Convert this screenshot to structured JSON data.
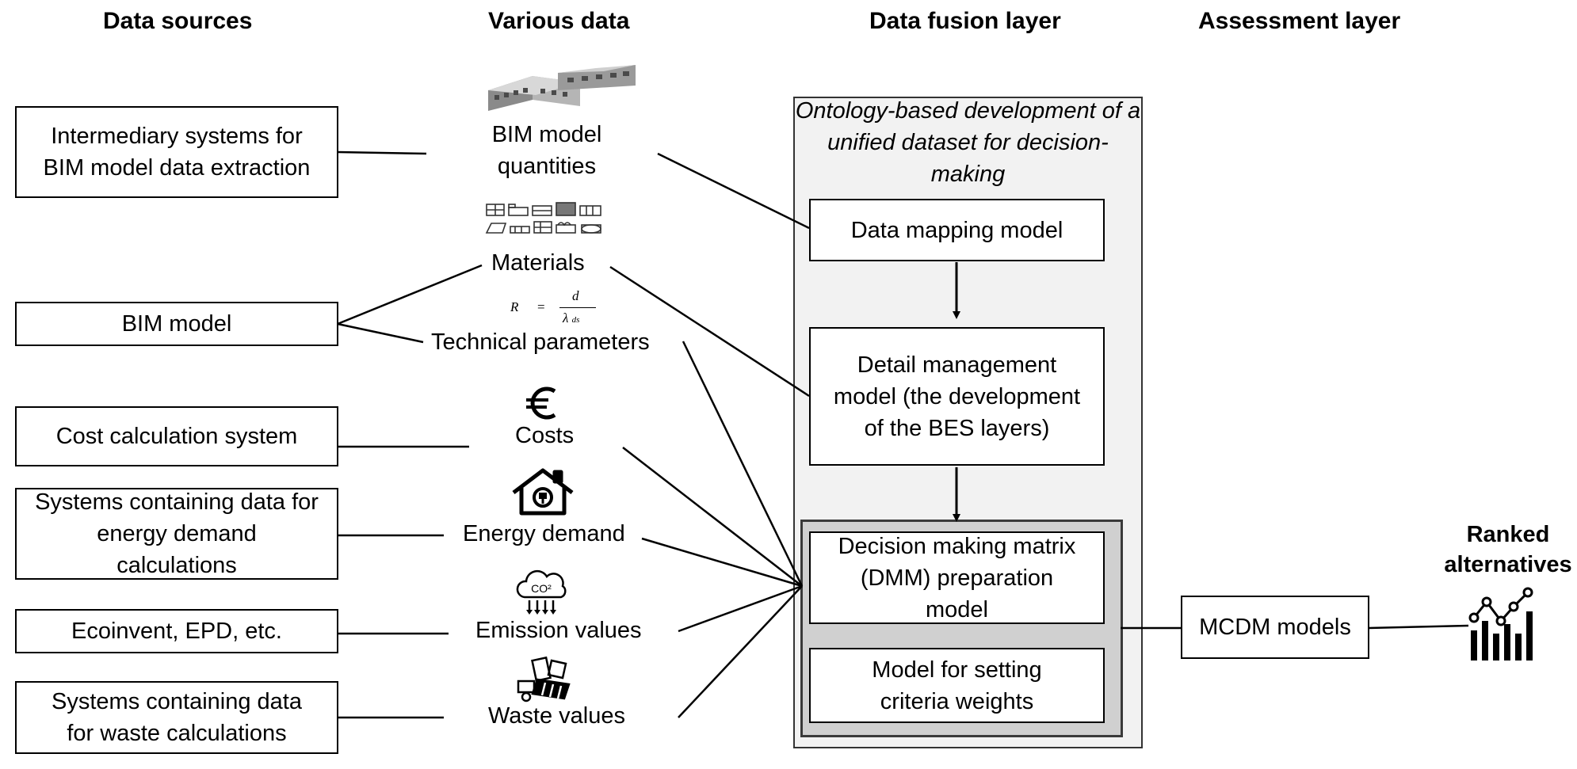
{
  "headers": {
    "data_sources": "Data sources",
    "various_data": "Various data",
    "data_fusion": "Data fusion layer",
    "assessment": "Assessment layer"
  },
  "sources": {
    "bim_extraction": "Intermediary systems for BIM model data extraction",
    "bim_model": "BIM model",
    "cost_system": "Cost calculation system",
    "energy_systems": "Systems containing data for energy demand calculations",
    "ecoinvent": "Ecoinvent, EPD, etc.",
    "waste_systems": "Systems containing data for waste calculations"
  },
  "data_items": {
    "bim_quantities": "BIM model quantities",
    "materials": "Materials",
    "formula": "R  =  d / λ ds",
    "technical": "Technical parameters",
    "euro_symbol": "€",
    "costs": "Costs",
    "energy": "Energy demand",
    "co2_label": "CO²",
    "emissions": "Emission values",
    "waste": "Waste values"
  },
  "fusion": {
    "ontology": "Ontology-based development of a unified dataset for decision-making",
    "mapping": "Data mapping model",
    "detail": "Detail management model (the development of the BES layers)",
    "dmm": "Decision making matrix (DMM) preparation model",
    "weights": "Model for setting criteria weights"
  },
  "assessment": {
    "mcdm": "MCDM models",
    "ranked": "Ranked alternatives"
  },
  "icons": {
    "bim_building": "building-icon",
    "materials": "materials-icon",
    "euro": "euro-icon",
    "energy": "house-plug-icon",
    "emission": "co2-cloud-icon",
    "waste": "waste-icon",
    "ranked": "chart-icon"
  },
  "colors": {
    "outer_fill": "#f2f2f2",
    "inner_fill": "#d0d0d0",
    "line": "#000000"
  }
}
